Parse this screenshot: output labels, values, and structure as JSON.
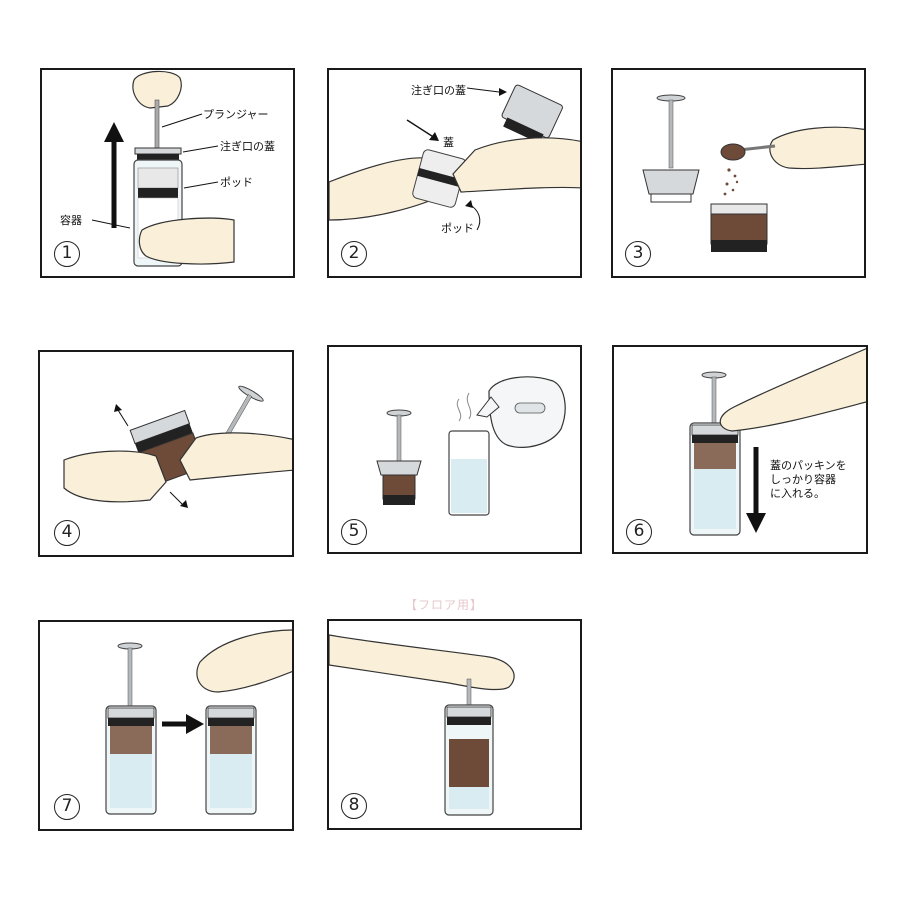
{
  "steps": [
    {
      "number": "1",
      "labels": {
        "plunger": "プランジャー",
        "spout_lid": "注ぎ口の蓋",
        "pod": "ポッド",
        "container": "容器"
      }
    },
    {
      "number": "2",
      "labels": {
        "spout_lid": "注ぎ口の蓋",
        "lid": "蓋",
        "pod": "ポッド"
      }
    },
    {
      "number": "3"
    },
    {
      "number": "4"
    },
    {
      "number": "5"
    },
    {
      "number": "6",
      "note": "蓋のパッキンを\nしっかり容器\nに入れる。"
    },
    {
      "number": "7"
    },
    {
      "number": "8"
    }
  ],
  "watermark": "【フロア用】",
  "colors": {
    "skin": "#faf0d9",
    "coffee": "#6e4a38",
    "water": "#d8ecf2",
    "metal": "#cfd3d6",
    "dark": "#1e1e1e"
  }
}
